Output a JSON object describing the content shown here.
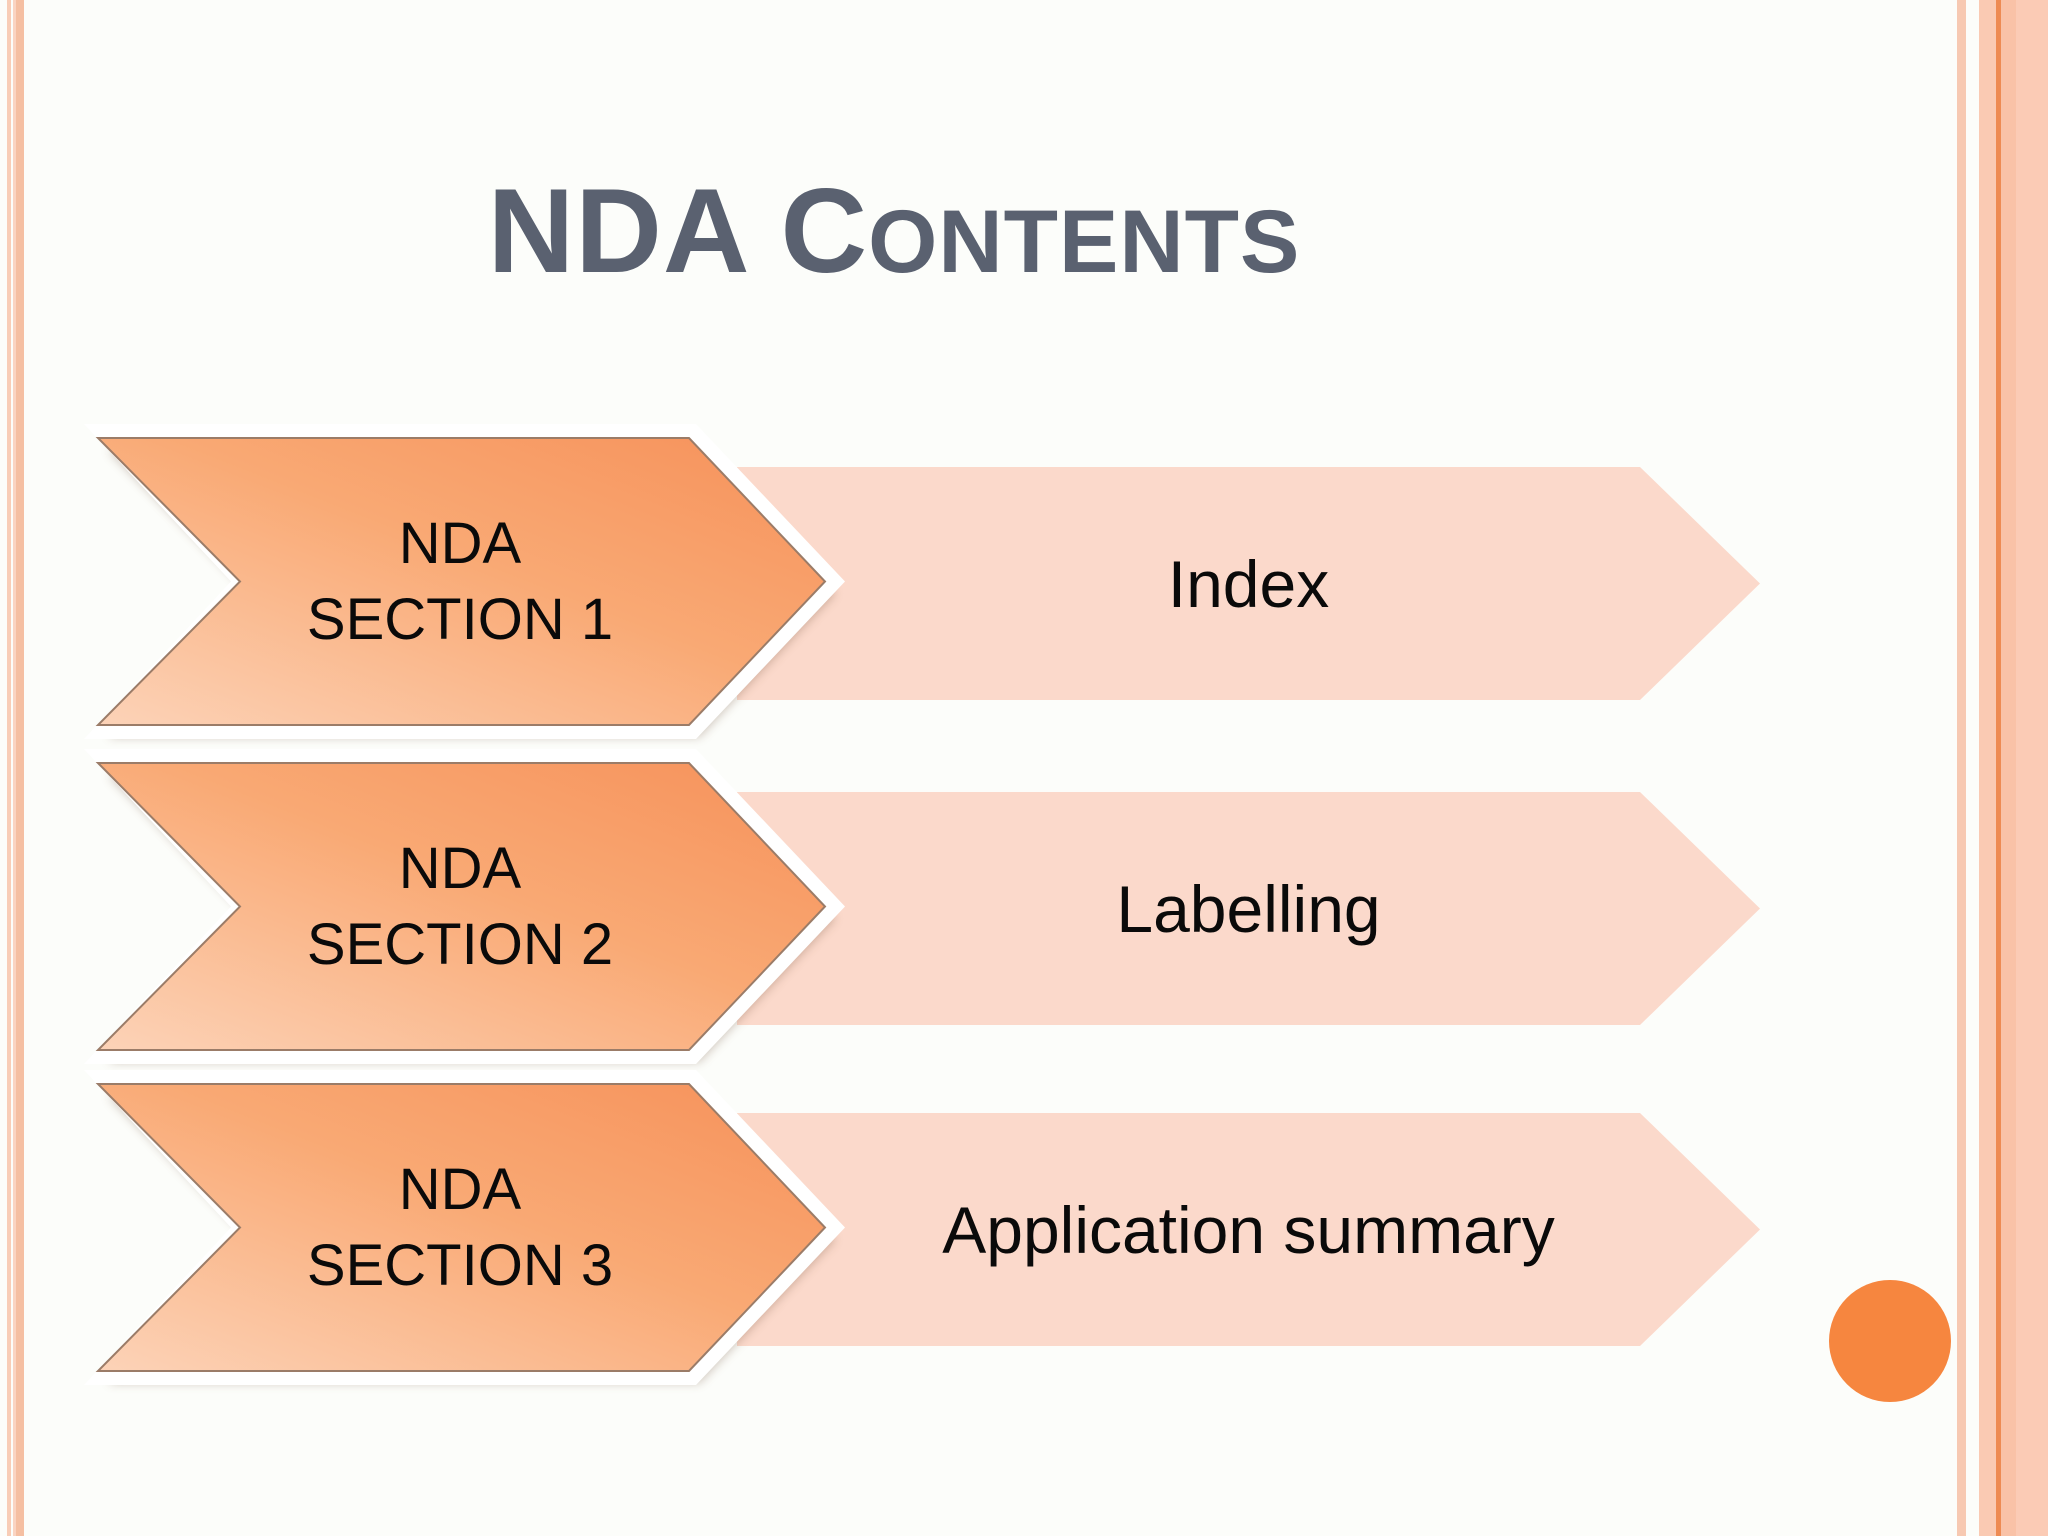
{
  "slide": {
    "title": {
      "large": "NDA C",
      "small": "ONTENTS",
      "full": "NDA CONTENTS"
    },
    "rows": [
      {
        "section": "NDA SECTION 1",
        "section_lines": [
          "NDA",
          "SECTION 1"
        ],
        "content": "Index"
      },
      {
        "section": "NDA SECTION 2",
        "section_lines": [
          "NDA",
          "SECTION 2"
        ],
        "content": "Labelling"
      },
      {
        "section": "NDA SECTION 3",
        "section_lines": [
          "NDA",
          "SECTION 3"
        ],
        "content": "Application summary"
      }
    ],
    "colors": {
      "title_text": "#5A6170",
      "chevron_gradient_light": "#FCD3B8",
      "chevron_gradient_dark": "#F6915A",
      "chevron_border": "#9B7C68",
      "band_fill": "#FBD9CB",
      "circle_fill": "#F6863F",
      "frame_peach": "#F6C2A7",
      "frame_accent_line": "#EE8B53",
      "background": "#FCFDFA"
    }
  }
}
